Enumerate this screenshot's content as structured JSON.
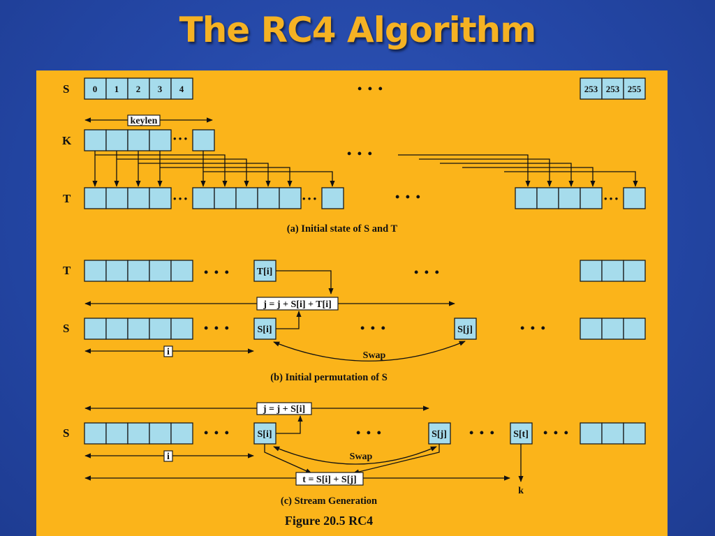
{
  "slide": {
    "title": "The RC4 Algorithm"
  },
  "figure": {
    "caption": "Figure 20.5  RC4",
    "ellipsis": "• • •",
    "small_ellipsis": "• • •",
    "part_a": {
      "caption": "(a) Initial state of S and T",
      "row_s_label": "S",
      "row_k_label": "K",
      "row_t_label": "T",
      "s_first_values": [
        "0",
        "1",
        "2",
        "3",
        "4"
      ],
      "s_last_values": [
        "253",
        "253",
        "255"
      ],
      "keylen_label": "keylen"
    },
    "part_b": {
      "caption": "(b) Initial permutation of S",
      "row_t_label": "T",
      "row_s_label": "S",
      "ti_label": "T[i]",
      "si_label": "S[i]",
      "sj_label": "S[j]",
      "formula": "j = j + S[i] + T[i]",
      "swap_label": "Swap",
      "i_label": "i"
    },
    "part_c": {
      "caption": "(c) Stream Generation",
      "row_s_label": "S",
      "si_label": "S[i]",
      "sj_label": "S[j]",
      "st_label": "S[t]",
      "formula_j": "j = j + S[i]",
      "formula_t": "t = S[i] + S[j]",
      "swap_label": "Swap",
      "i_label": "i",
      "k_label": "k"
    }
  }
}
